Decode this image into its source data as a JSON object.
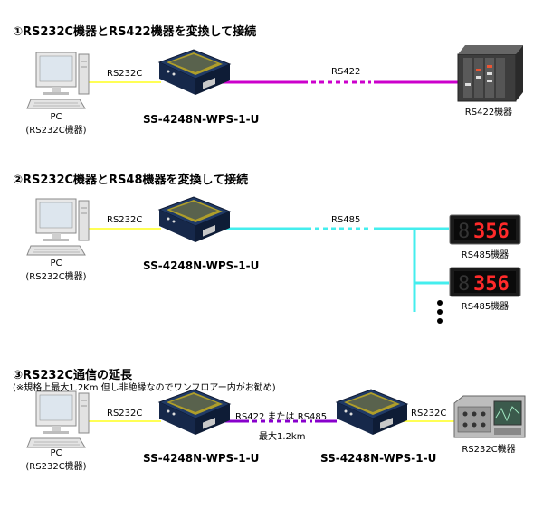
{
  "sections": [
    {
      "heading": "①RS232C機器とRS422機器を変換して接続",
      "pc_caption_line1": "PC",
      "pc_caption_line2": "(RS232C機器)",
      "link1_label": "RS232C",
      "converter_model": "SS-4248N-WPS-1-U",
      "link2_label": "RS422",
      "device_caption": "RS422機器"
    },
    {
      "heading": "②RS232C機器とRS48機器を変換して接続",
      "pc_caption_line1": "PC",
      "pc_caption_line2": "(RS232C機器)",
      "link1_label": "RS232C",
      "converter_model": "SS-4248N-WPS-1-U",
      "link2_label": "RS485",
      "display_value": "356",
      "device_caption_1": "RS485機器",
      "device_caption_2": "RS485機器"
    },
    {
      "heading": "③RS232C通信の延長",
      "note": "(※規格上最大1.2Km 但し非絶縁なのでワンフロアー内がお勧め)",
      "pc_caption_line1": "PC",
      "pc_caption_line2": "(RS232C機器)",
      "link1_label": "RS232C",
      "converter_model_1": "SS-4248N-WPS-1-U",
      "link2_label": "RS422 または RS485",
      "link2_sublabel": "最大1.2km",
      "converter_model_2": "SS-4248N-WPS-1-U",
      "link3_label": "RS232C",
      "device_caption": "RS232C機器"
    }
  ],
  "colors": {
    "rs232c_line": "#ffff55",
    "rs422_line": "#cc00cc",
    "rs485_line": "#44eeee",
    "extension_line": "#8800cc"
  }
}
